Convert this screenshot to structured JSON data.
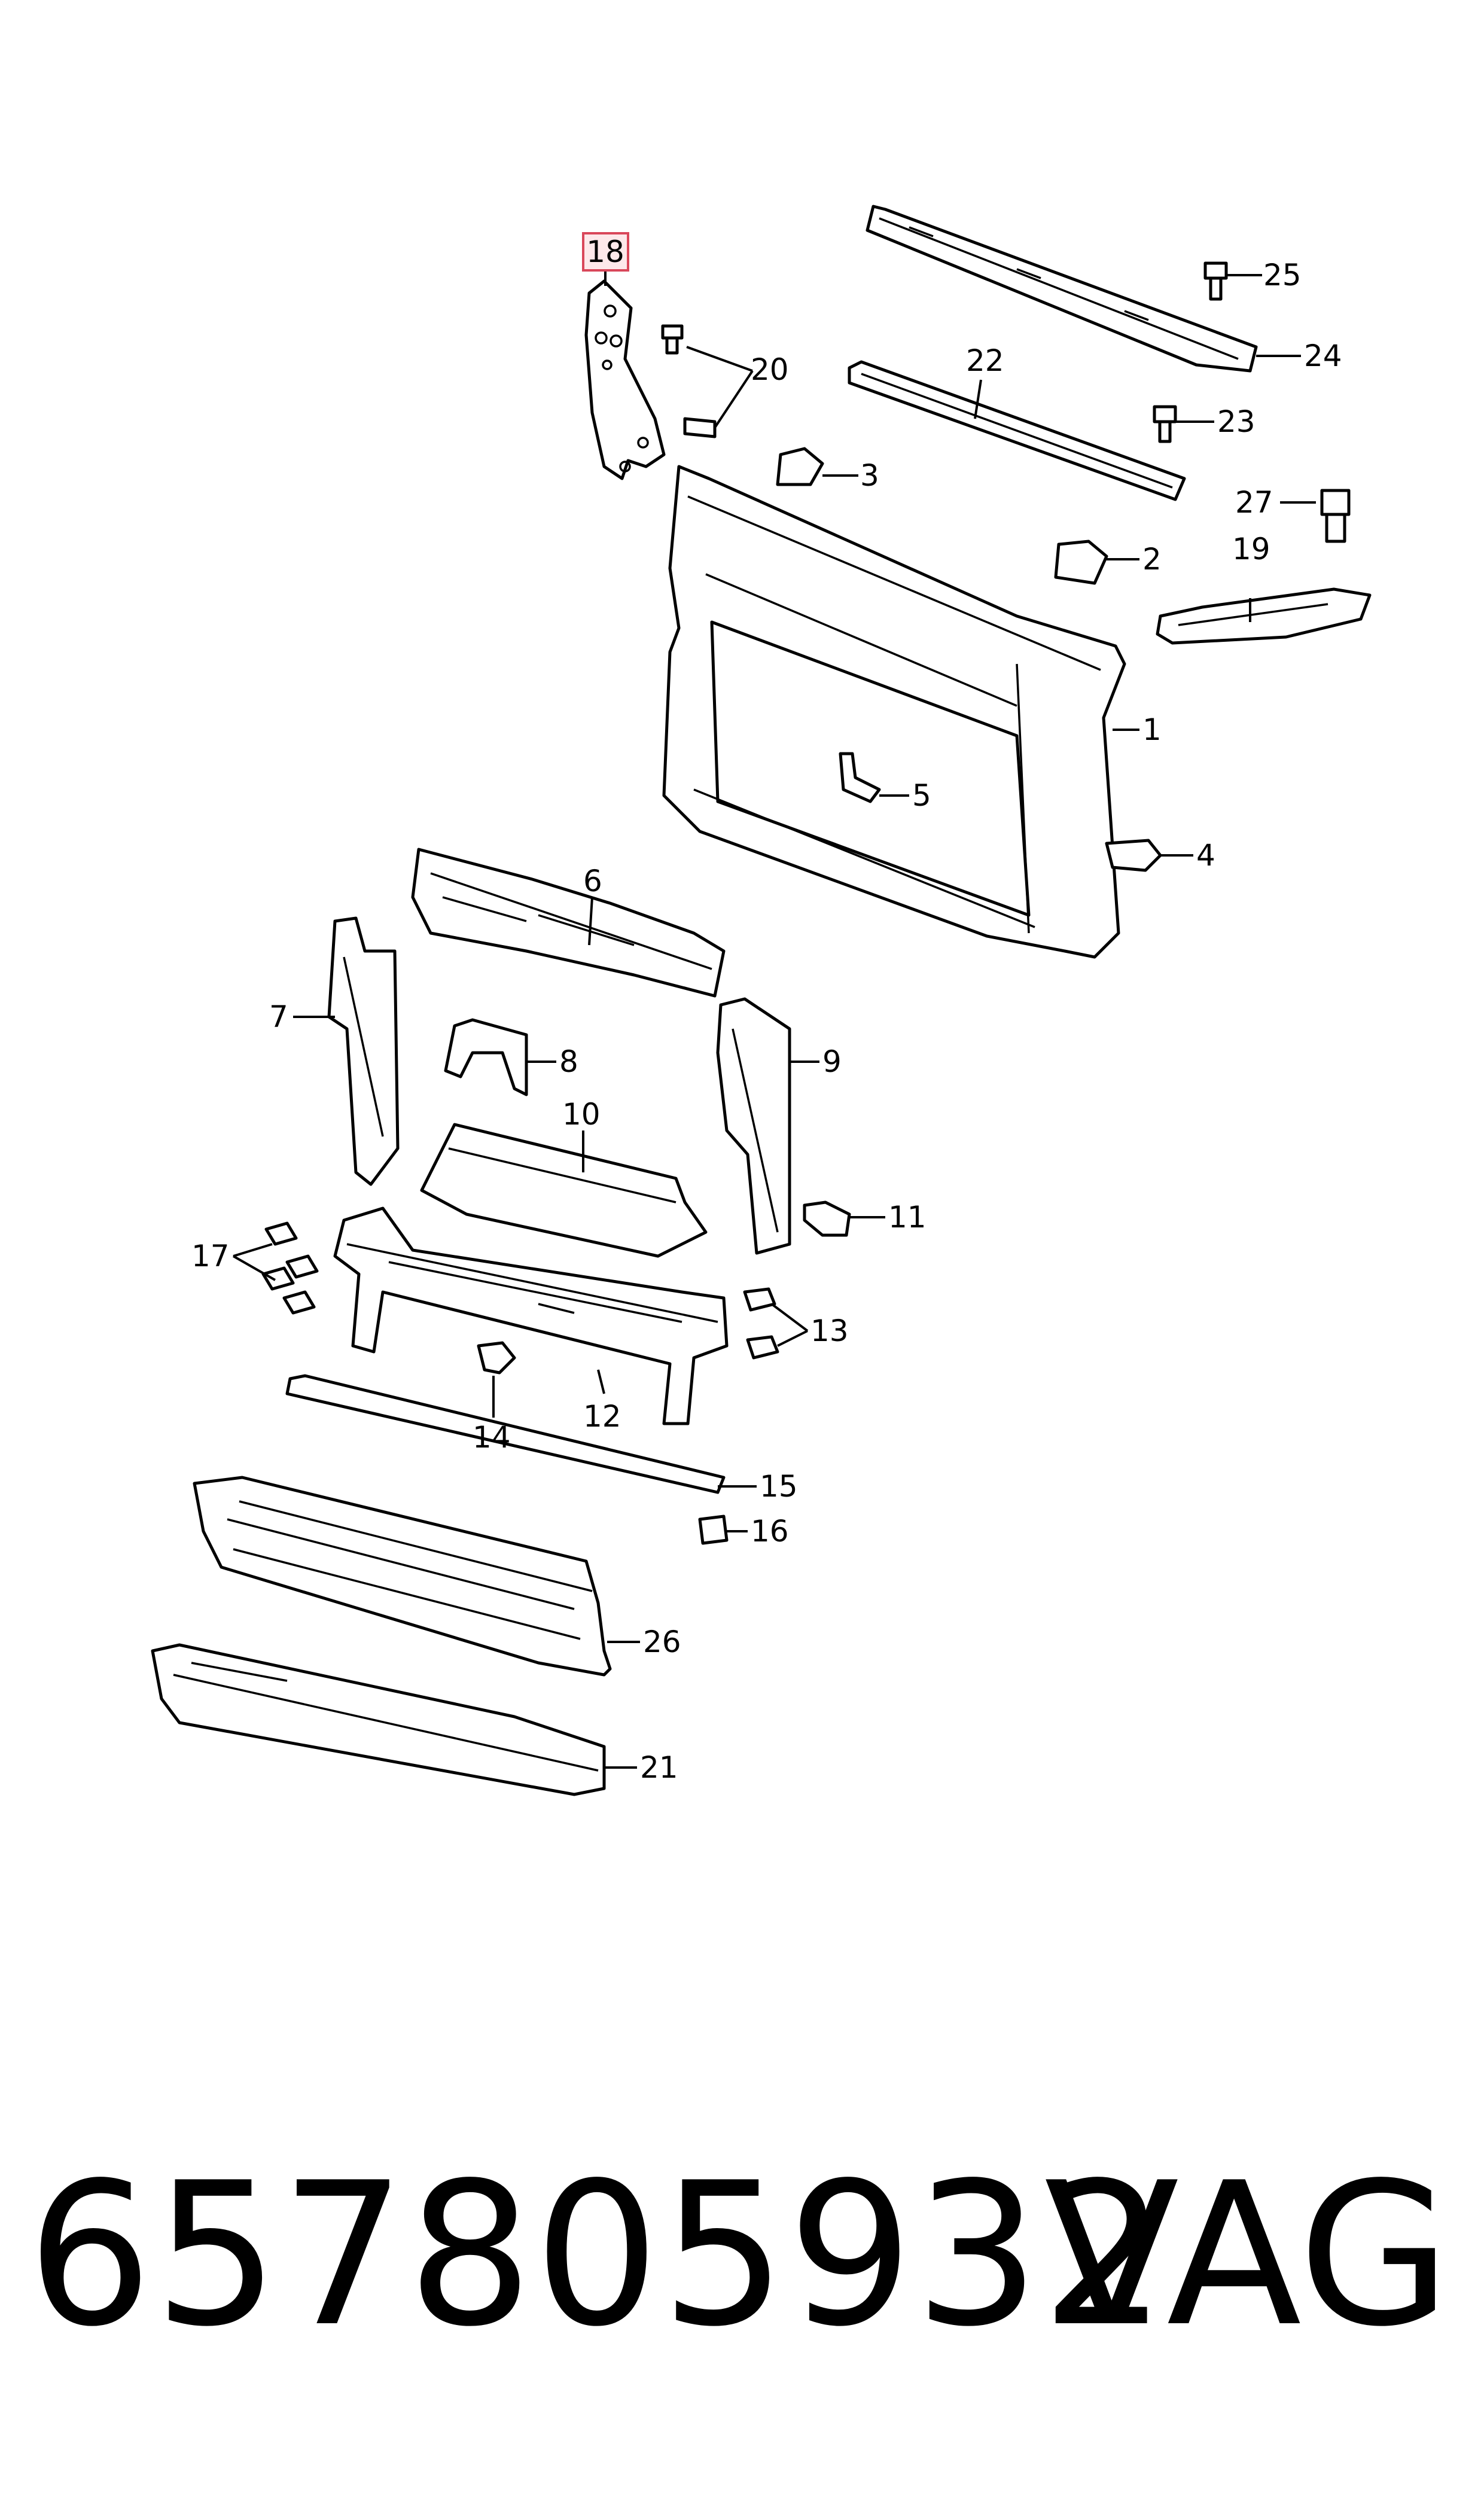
{
  "part_number": "657805932",
  "brand": "VAG",
  "highlighted_callout": "18",
  "highlight_color": "#d9475a",
  "callouts": {
    "c1": "1",
    "c2": "2",
    "c3": "3",
    "c4": "4",
    "c5": "5",
    "c6": "6",
    "c7": "7",
    "c8": "8",
    "c9": "9",
    "c10": "10",
    "c11": "11",
    "c12": "12",
    "c13": "13",
    "c14": "14",
    "c15": "15",
    "c16": "16",
    "c17": "17",
    "c18": "18",
    "c19": "19",
    "c20": "20",
    "c21": "21",
    "c22": "22",
    "c23": "23",
    "c24": "24",
    "c25": "25",
    "c26": "26",
    "c27": "27"
  }
}
